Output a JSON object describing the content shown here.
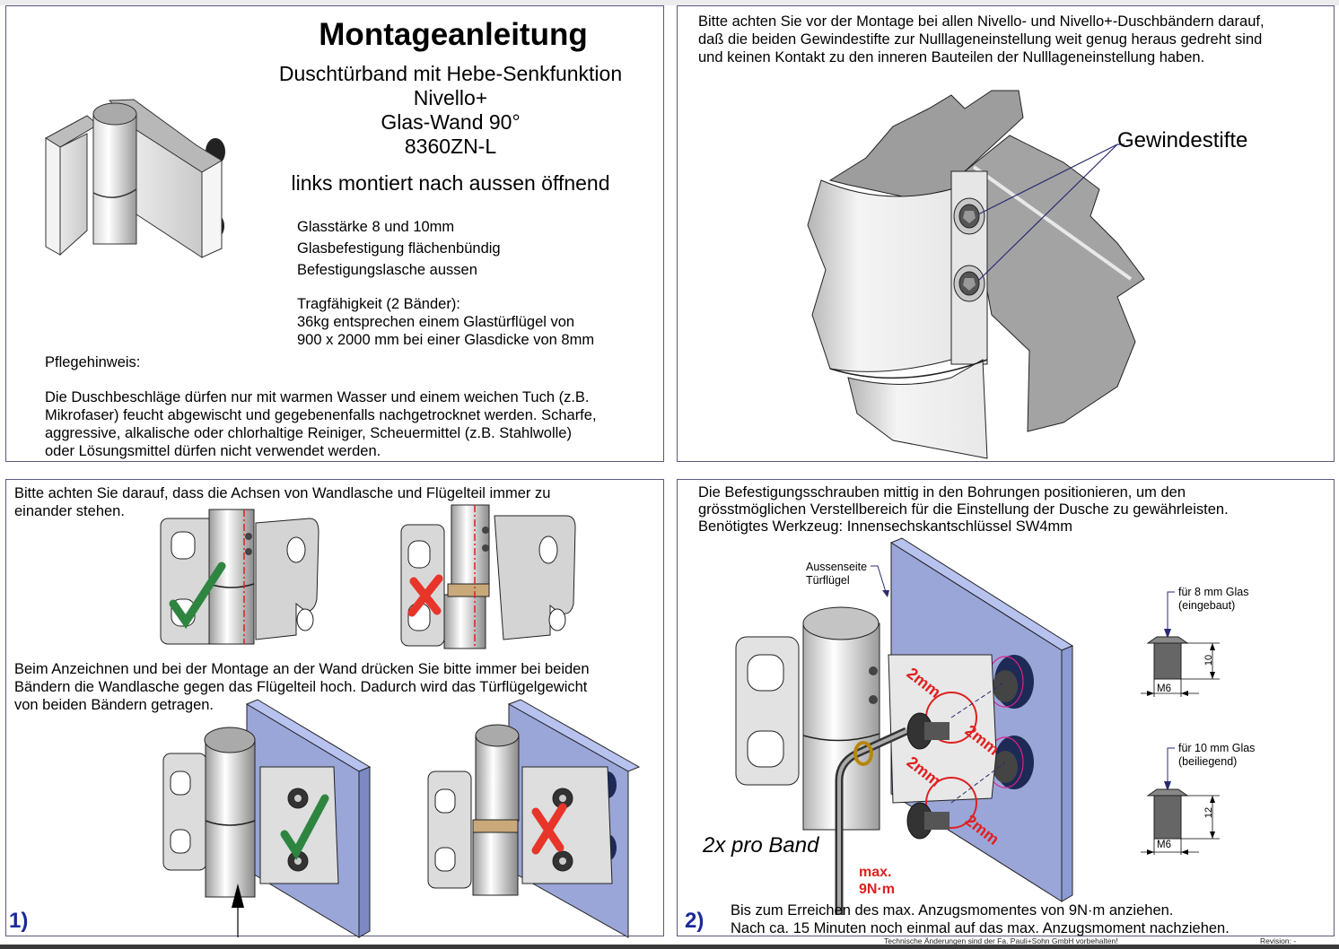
{
  "header": {
    "title": "Montageanleitung",
    "subtitle_lines": [
      "Duschtürband mit Hebe-Senkfunktion",
      "Nivello+",
      "Glas-Wand 90°",
      "8360ZN-L"
    ],
    "mounting": "links montiert nach aussen öffnend"
  },
  "specs": {
    "items": [
      "Glasstärke 8 und 10mm",
      "Glasbefestigung flächenbündig",
      "Befestigungslasche aussen"
    ],
    "capacity_title": "Tragfähigkeit (2 Bänder):",
    "capacity_lines": [
      "36kg entsprechen einem Glastürflügel von",
      "900 x 2000 mm bei einer Glasdicke von 8mm"
    ]
  },
  "care": {
    "title": "Pflegehinweis:",
    "lines": [
      "Die Duschbeschläge dürfen nur mit warmen Wasser und einem weichen Tuch (z.B.",
      "Mikrofaser) feucht abgewischt und gegebenenfalls nachgetrocknet werden. Scharfe,",
      "aggressive, alkalische oder chlorhaltige Reiniger, Scheuermittel (z.B. Stahlwolle)",
      "oder Lösungsmittel dürfen nicht verwendet werden."
    ]
  },
  "panel2": {
    "lines": [
      "Bitte achten Sie vor der Montage bei allen Nivello- und Nivello+-Duschbändern darauf,",
      "daß die beiden Gewindestifte zur Nulllageneinstellung weit genug heraus gedreht sind",
      "und keinen Kontakt zu den inneren Bauteilen der Nulllageneinstellung haben."
    ],
    "callout": "Gewindestifte"
  },
  "step1": {
    "number": "1)",
    "intro_lines": [
      "Bitte achten Sie darauf, dass die Achsen von Wandlasche und Flügelteil immer zu",
      "einander stehen."
    ],
    "press_lines": [
      "Beim Anzeichnen und bei der Montage an der Wand drücken Sie bitte immer bei beiden",
      "Bändern die Wandlasche gegen das Flügelteil hoch. Dadurch wird das Türflügelgewicht",
      "von beiden Bändern getragen."
    ],
    "marks": {
      "correct": "check",
      "wrong": "cross"
    }
  },
  "step2": {
    "number": "2)",
    "intro_lines": [
      "Die Befestigungsschrauben mittig in den Bohrungen positionieren, um den",
      "grösstmöglichen Verstellbereich für die Einstellung der Dusche zu gewährleisten.",
      "Benötigtes Werkzeug: Innensechskantschlüssel SW4mm"
    ],
    "glass_label": [
      "Aussenseite",
      "Türflügel"
    ],
    "adjust_label": "2mm",
    "count_label": "2x pro Band",
    "torque_label": [
      "max.",
      "9N·m"
    ],
    "screws": [
      {
        "label_lines": [
          "für 8 mm Glas",
          "(eingebaut)"
        ],
        "length": "10",
        "thread": "M6"
      },
      {
        "label_lines": [
          "für 10 mm Glas",
          "(beiliegend)"
        ],
        "length": "12",
        "thread": "M6"
      }
    ],
    "outro_lines": [
      "Bis zum Erreichen des max. Anzugsmomentes von 9N·m anziehen.",
      "Nach ca. 15 Minuten noch einmal auf das max. Anzugsmoment nachziehen."
    ]
  },
  "footer": {
    "notice": "Technische Änderungen sind der Fa. Pauli+Sohn GmbH vorbehalten!",
    "revision": "Revision: -"
  },
  "colors": {
    "border": "#5a5a80",
    "step_number": "#1a2a9a",
    "check": "#2e8540",
    "cross": "#e8352a",
    "glass": "#9aa6d8",
    "annotation_red": "#e02020",
    "leader": "#2a2a70"
  }
}
